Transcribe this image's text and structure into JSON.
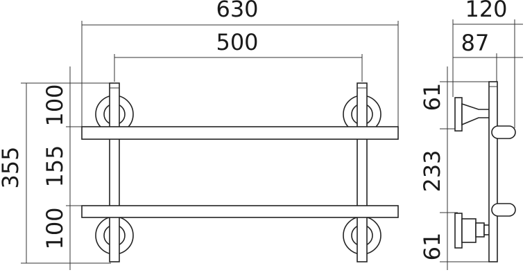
{
  "front_view": {
    "overall_width": "630",
    "bracket_spacing": "500",
    "overall_height": "355",
    "top_offset": "100",
    "shelf_spacing": "155",
    "bottom_offset": "100"
  },
  "side_view": {
    "overall_depth": "120",
    "wall_to_rod": "87",
    "top_mount": "61",
    "mount_spacing": "233",
    "bottom_mount": "61"
  }
}
